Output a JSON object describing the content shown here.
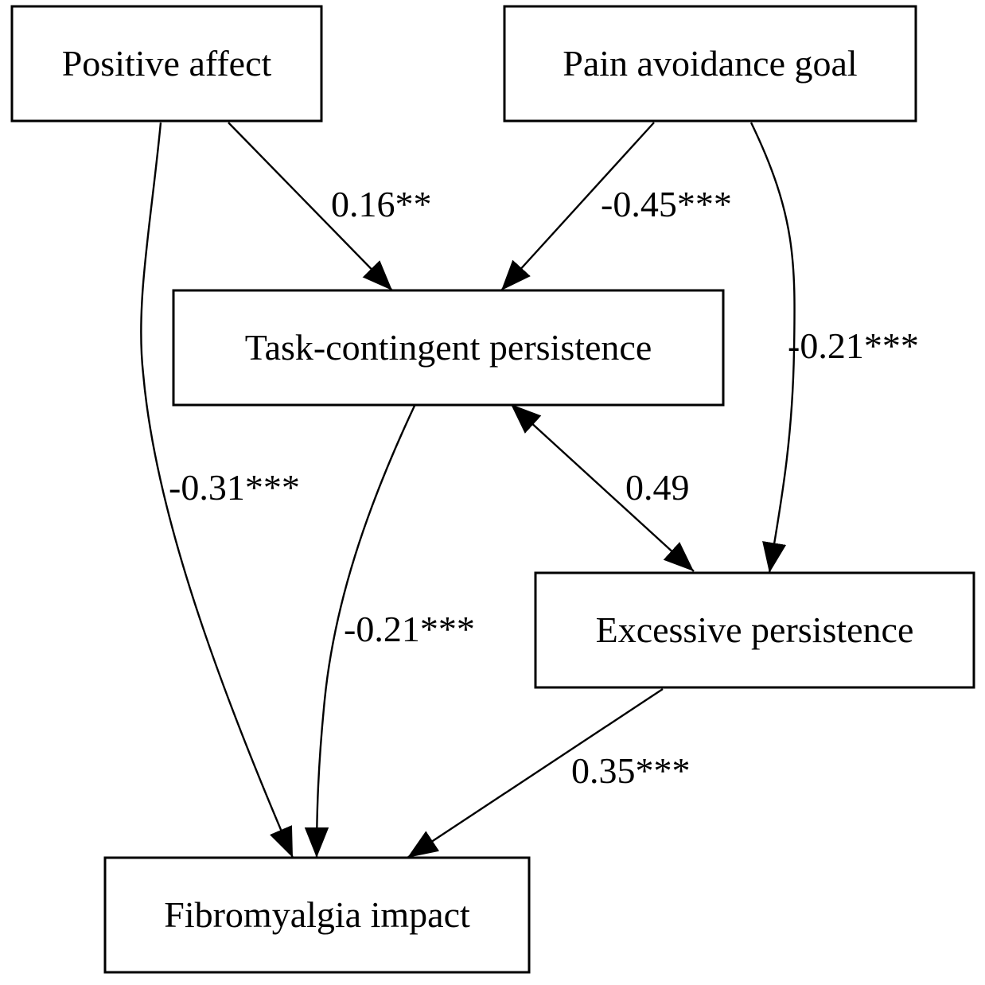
{
  "nodes": {
    "positive_affect": "Positive affect",
    "pain_avoidance_goal": "Pain avoidance goal",
    "task_contingent_persistence": "Task-contingent persistence",
    "excessive_persistence": "Excessive persistence",
    "fibromyalgia_impact": "Fibromyalgia impact"
  },
  "edges": {
    "positive_to_task": "0.16**",
    "pain_to_task": "-0.45***",
    "pain_to_excessive": "-0.21***",
    "positive_to_fibro": "-0.31***",
    "task_excessive_correlation": "0.49",
    "task_to_fibro": "-0.21***",
    "excessive_to_fibro": "0.35***"
  },
  "colors": {
    "stroke": "#000000",
    "background": "#ffffff"
  }
}
